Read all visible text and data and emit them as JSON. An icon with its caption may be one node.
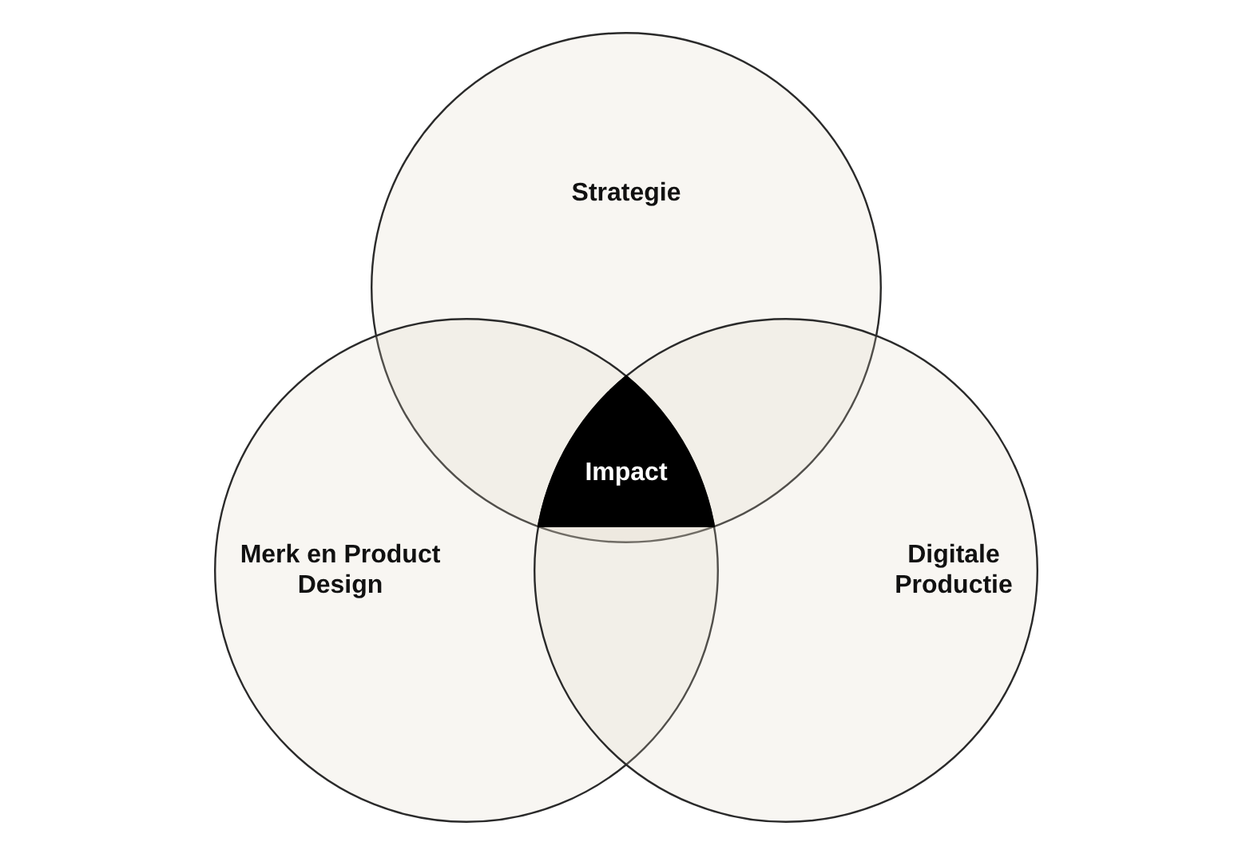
{
  "diagram": {
    "nodes": [
      {
        "text": [
          "Strategie"
        ]
      },
      {
        "text": [
          "Merk en Product Design"
        ]
      },
      {
        "text": [
          "Digitale Productie"
        ]
      },
      {
        "text": [
          "Impact"
        ]
      }
    ]
  }
}
